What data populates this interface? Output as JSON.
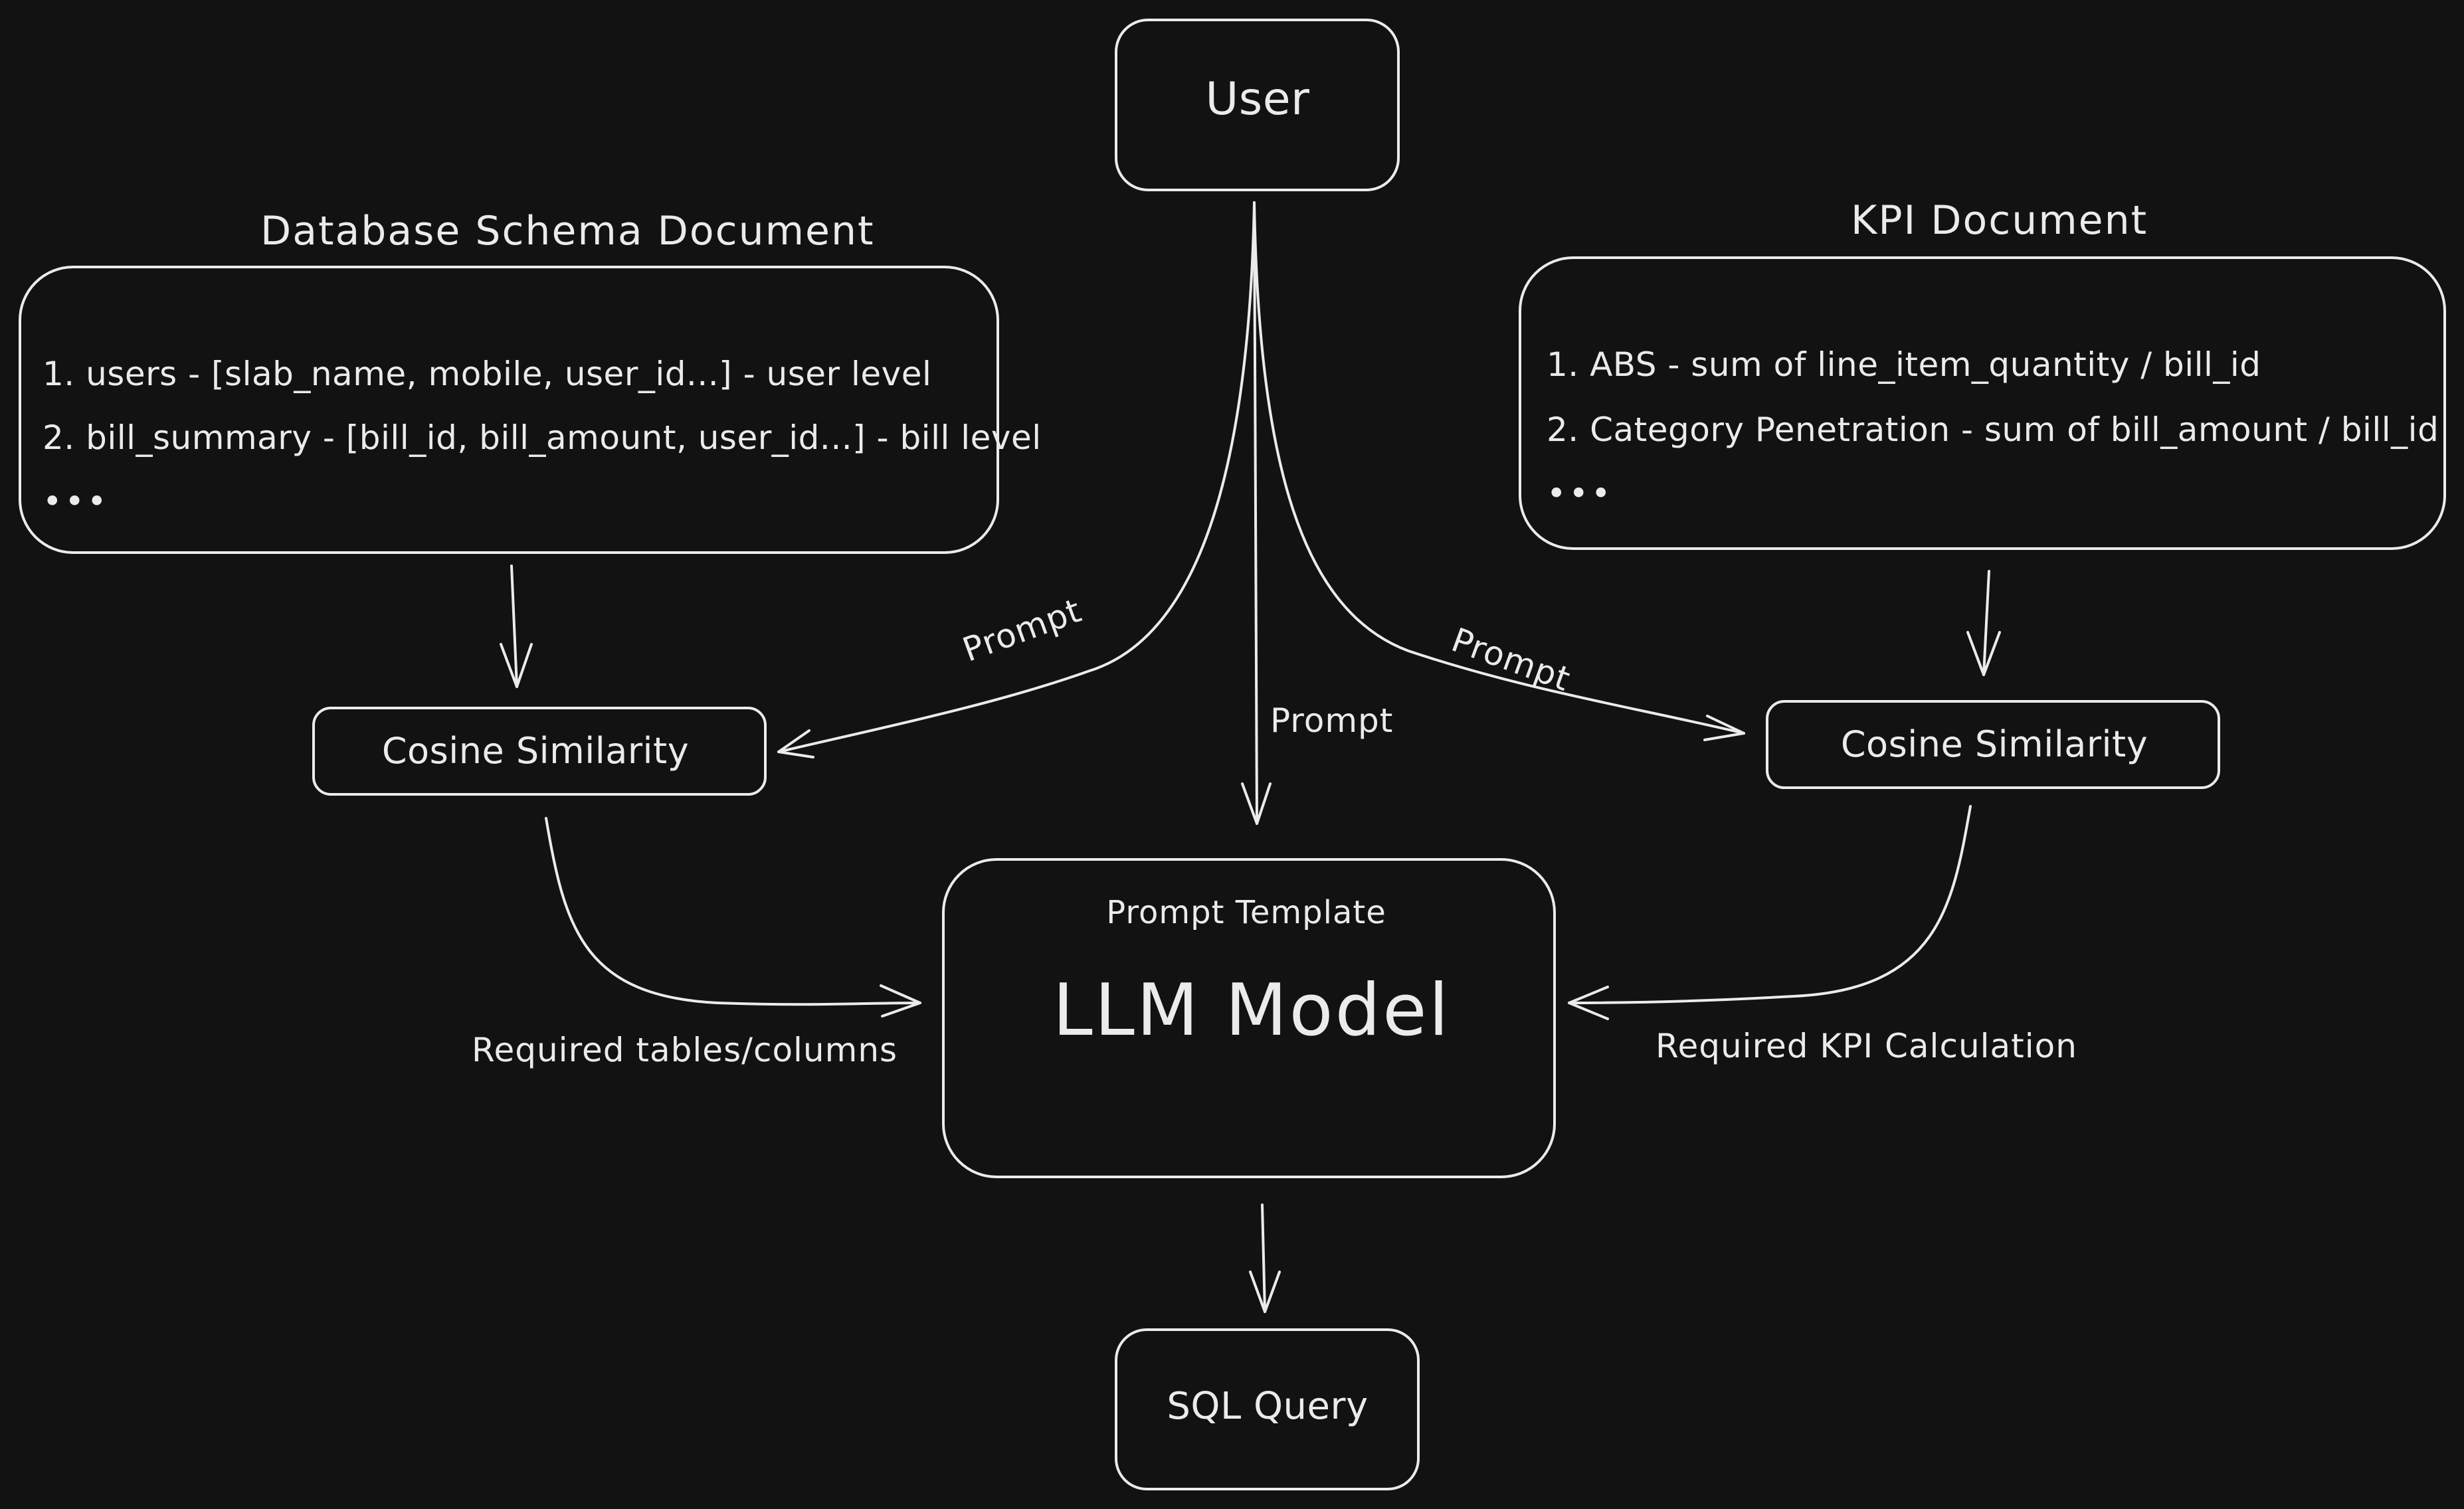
{
  "nodes": {
    "user": {
      "label": "User"
    },
    "schema_doc": {
      "title": "Database Schema Document",
      "lines": [
        "1. users - [slab_name, mobile, user_id...] - user level",
        "2. bill_summary - [bill_id, bill_amount, user_id...] - bill level",
        "•••"
      ]
    },
    "kpi_doc": {
      "title": "KPI Document",
      "lines": [
        "1. ABS - sum of line_item_quantity / bill_id",
        "2. Category Penetration - sum of bill_amount / bill_id",
        "•••"
      ]
    },
    "cosine_left": {
      "label": "Cosine Similarity"
    },
    "cosine_right": {
      "label": "Cosine Similarity"
    },
    "llm": {
      "caption": "Prompt Template",
      "label": "LLM Model"
    },
    "sql": {
      "label": "SQL Query"
    }
  },
  "edges": {
    "prompt_left": "Prompt",
    "prompt_center": "Prompt",
    "prompt_right": "Prompt",
    "required_tables": "Required tables/columns",
    "required_kpi": "Required KPI Calculation"
  },
  "colors": {
    "background": "#121212",
    "stroke": "#ebebeb"
  }
}
